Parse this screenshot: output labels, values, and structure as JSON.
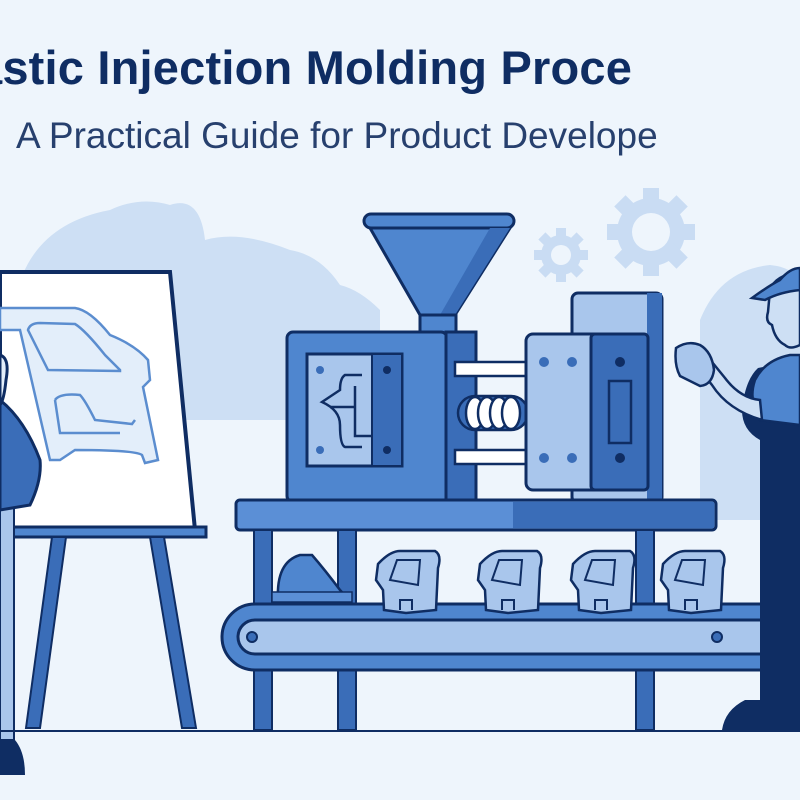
{
  "header": {
    "title": "Plastic Injection Molding Process",
    "title_visible": "astic Injection Molding Proce",
    "subtitle": "A Practical Guide for Product Developers",
    "subtitle_visible": "A Practical Guide for Product Develope"
  },
  "illustration": {
    "scene": "injection-molding-factory",
    "elements": [
      "designer-with-easel",
      "car-part-sketch",
      "hopper",
      "injection-unit",
      "screw",
      "mold-clamp",
      "conveyor-belt",
      "molded-parts",
      "worker-inspecting-part",
      "gears",
      "cloud"
    ],
    "molded_part_count": 4
  },
  "colors": {
    "background": "#eef5fc",
    "title": "#0f2d63",
    "subtitle": "#27406e",
    "outline": "#0f2d63",
    "primary_blue": "#4f86cf",
    "mid_blue": "#3a6db8",
    "light_blue": "#a9c6ec",
    "pale_blue": "#cddff4"
  }
}
